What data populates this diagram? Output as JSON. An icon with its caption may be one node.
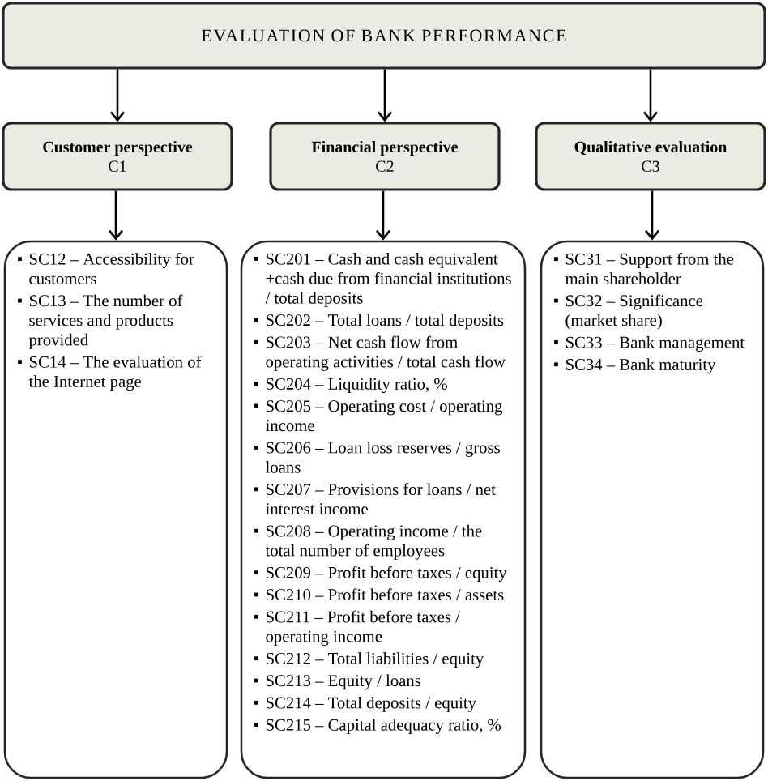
{
  "diagram": {
    "nodes": [
      {
        "text": [
          "EVALUATION OF BANK PERFORMANCE"
        ]
      },
      {
        "text": [
          "Customer perspective",
          "C1"
        ]
      },
      {
        "text": [
          "Financial perspective",
          "C2"
        ]
      },
      {
        "text": [
          "Qualitative evaluation",
          "C3"
        ]
      },
      {
        "text": [
          "SC12 – Accessibility for customers",
          "SC13 – The number of services and products provided",
          "SC14 – The evaluation of the Internet page"
        ]
      },
      {
        "text": [
          "SC201 – Cash and cash equivalent +cash due from financial institutions / total deposits",
          "SC202 – Total loans / total deposits",
          "SC203 – Net cash flow from operating activities / total cash flow",
          "SC204 – Liquidity ratio, %",
          "SC205 – Operating cost / operating income",
          "SC206 – Loan loss reserves / gross loans",
          "SC207 – Provisions for loans / net interest income",
          "SC208 – Operating income / the total number of employees",
          "SC209 – Profit before taxes / equity",
          "SC210 – Profit before taxes / assets",
          "SC211 – Profit before taxes / operating income",
          "SC212 – Total liabilities / equity",
          "SC213 – Equity / loans",
          "SC214 – Total deposits / equity",
          "SC215 – Capital adequacy ratio, %"
        ]
      },
      {
        "text": [
          "SC31 – Support from the main shareholder",
          "SC32 – Significance (market share)",
          "SC33 – Bank management",
          "SC34 – Bank maturity"
        ]
      }
    ],
    "edges": [
      {
        "from": 0,
        "to": 1,
        "arrow": "to"
      },
      {
        "from": 0,
        "to": 2,
        "arrow": "to"
      },
      {
        "from": 0,
        "to": 3,
        "arrow": "to"
      },
      {
        "from": 1,
        "to": 4,
        "arrow": "to"
      },
      {
        "from": 2,
        "to": 5,
        "arrow": "to"
      },
      {
        "from": 3,
        "to": 6,
        "arrow": "to"
      }
    ]
  }
}
